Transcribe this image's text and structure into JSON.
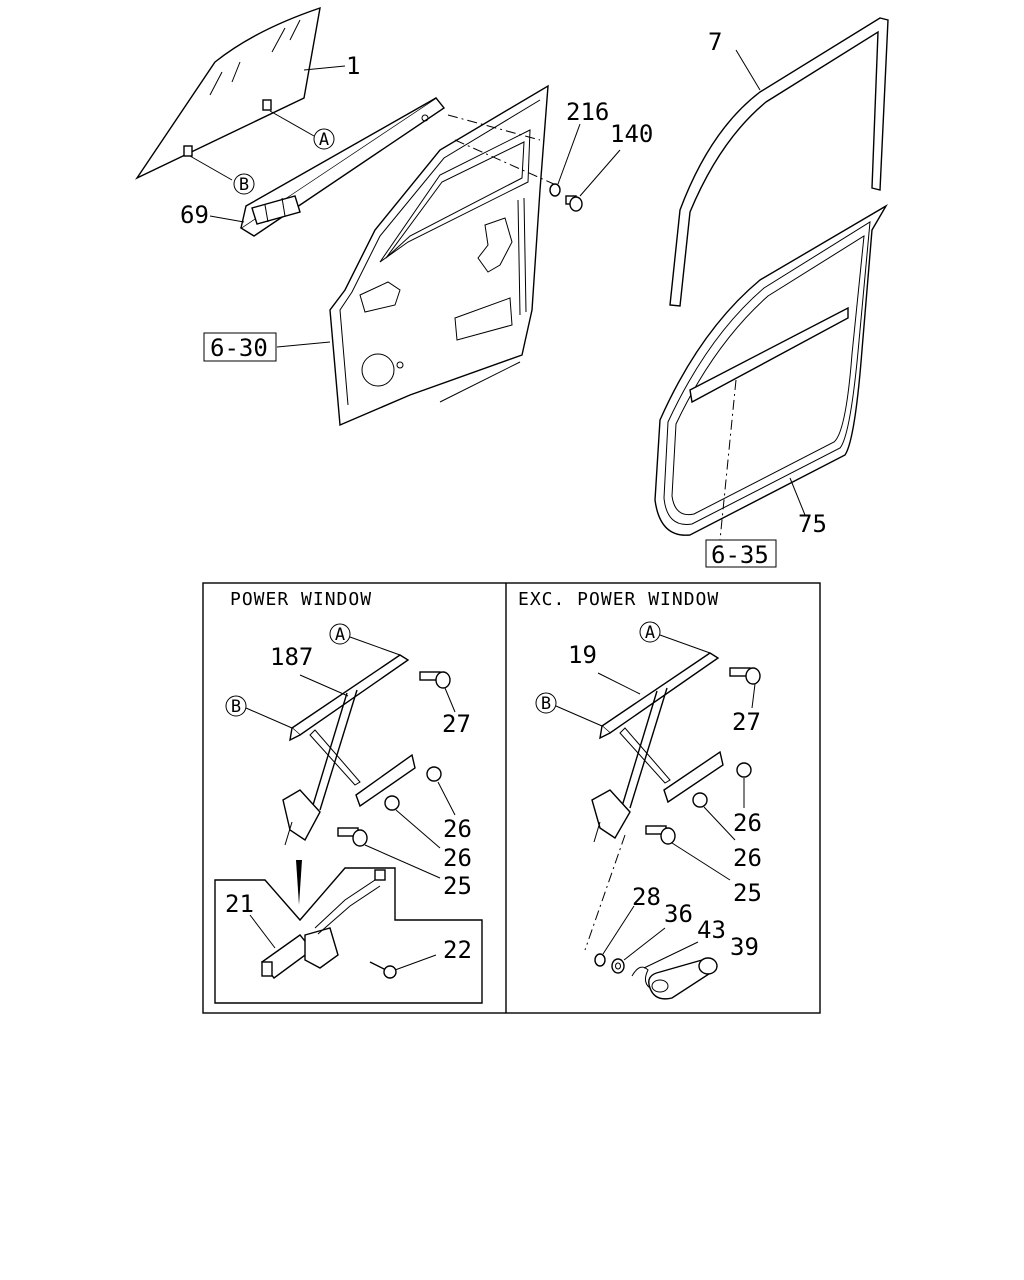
{
  "callouts": {
    "p1": "1",
    "p7": "7",
    "p216": "216",
    "p140": "140",
    "p69": "69",
    "ref630": "6-30",
    "ref635": "6-35",
    "p75": "75",
    "markA": "A",
    "markB": "B"
  },
  "panels": {
    "power": {
      "title": "POWER WINDOW",
      "p187": "187",
      "p27": "27",
      "p26a": "26",
      "p26b": "26",
      "p25": "25",
      "p21": "21",
      "p22": "22",
      "markA": "A",
      "markB": "B"
    },
    "manual": {
      "title": "EXC. POWER WINDOW",
      "p19": "19",
      "p27": "27",
      "p26a": "26",
      "p26b": "26",
      "p25": "25",
      "p28": "28",
      "p36": "36",
      "p43": "43",
      "p39": "39",
      "markA": "A",
      "markB": "B"
    }
  }
}
